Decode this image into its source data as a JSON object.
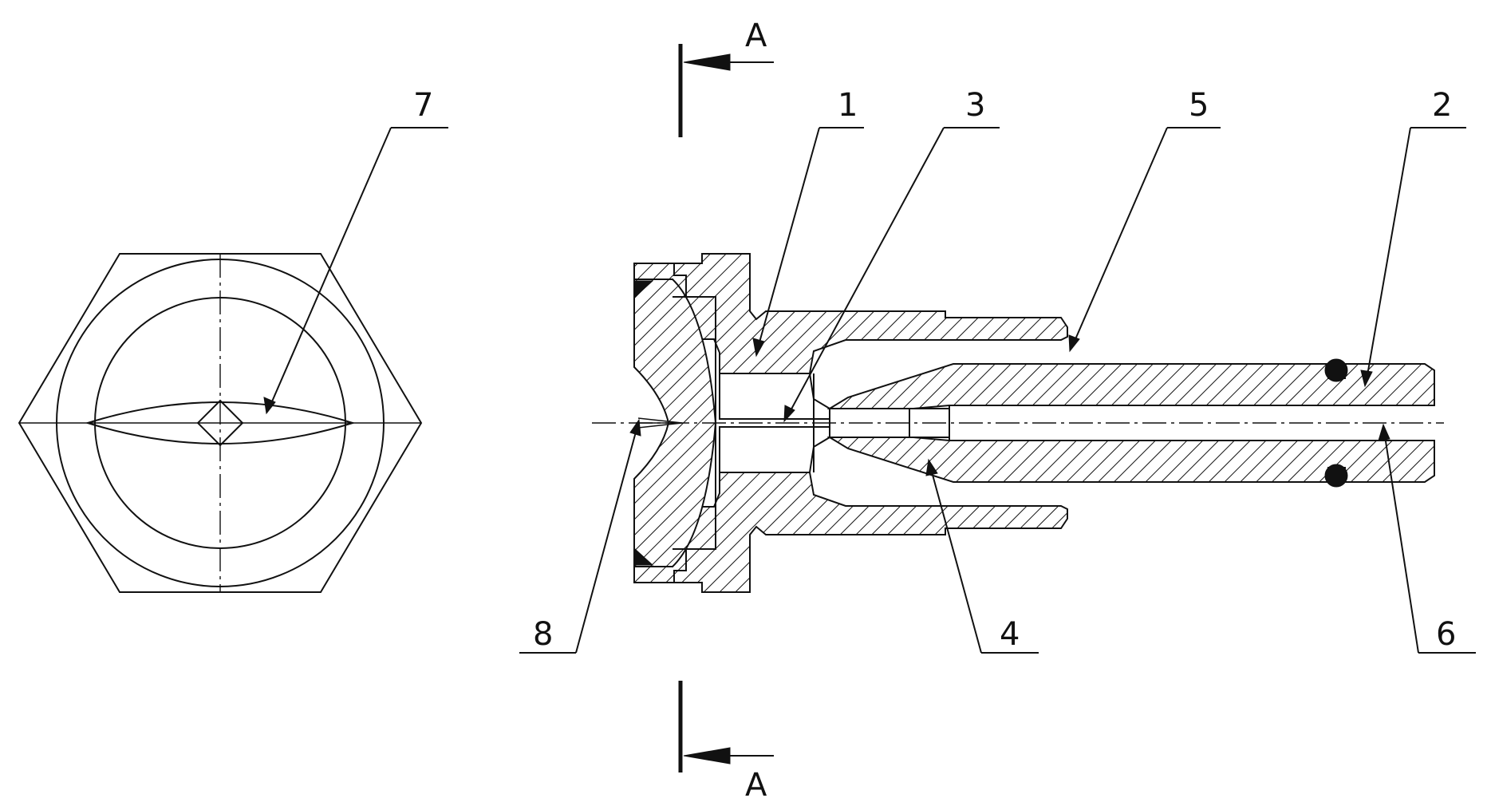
{
  "section": {
    "label_top": "A",
    "label_bottom": "A"
  },
  "callouts": [
    {
      "id": "7",
      "text": "7"
    },
    {
      "id": "1",
      "text": "1"
    },
    {
      "id": "3",
      "text": "3"
    },
    {
      "id": "5",
      "text": "5"
    },
    {
      "id": "2",
      "text": "2"
    },
    {
      "id": "8",
      "text": "8"
    },
    {
      "id": "4",
      "text": "4"
    },
    {
      "id": "6",
      "text": "6"
    }
  ]
}
